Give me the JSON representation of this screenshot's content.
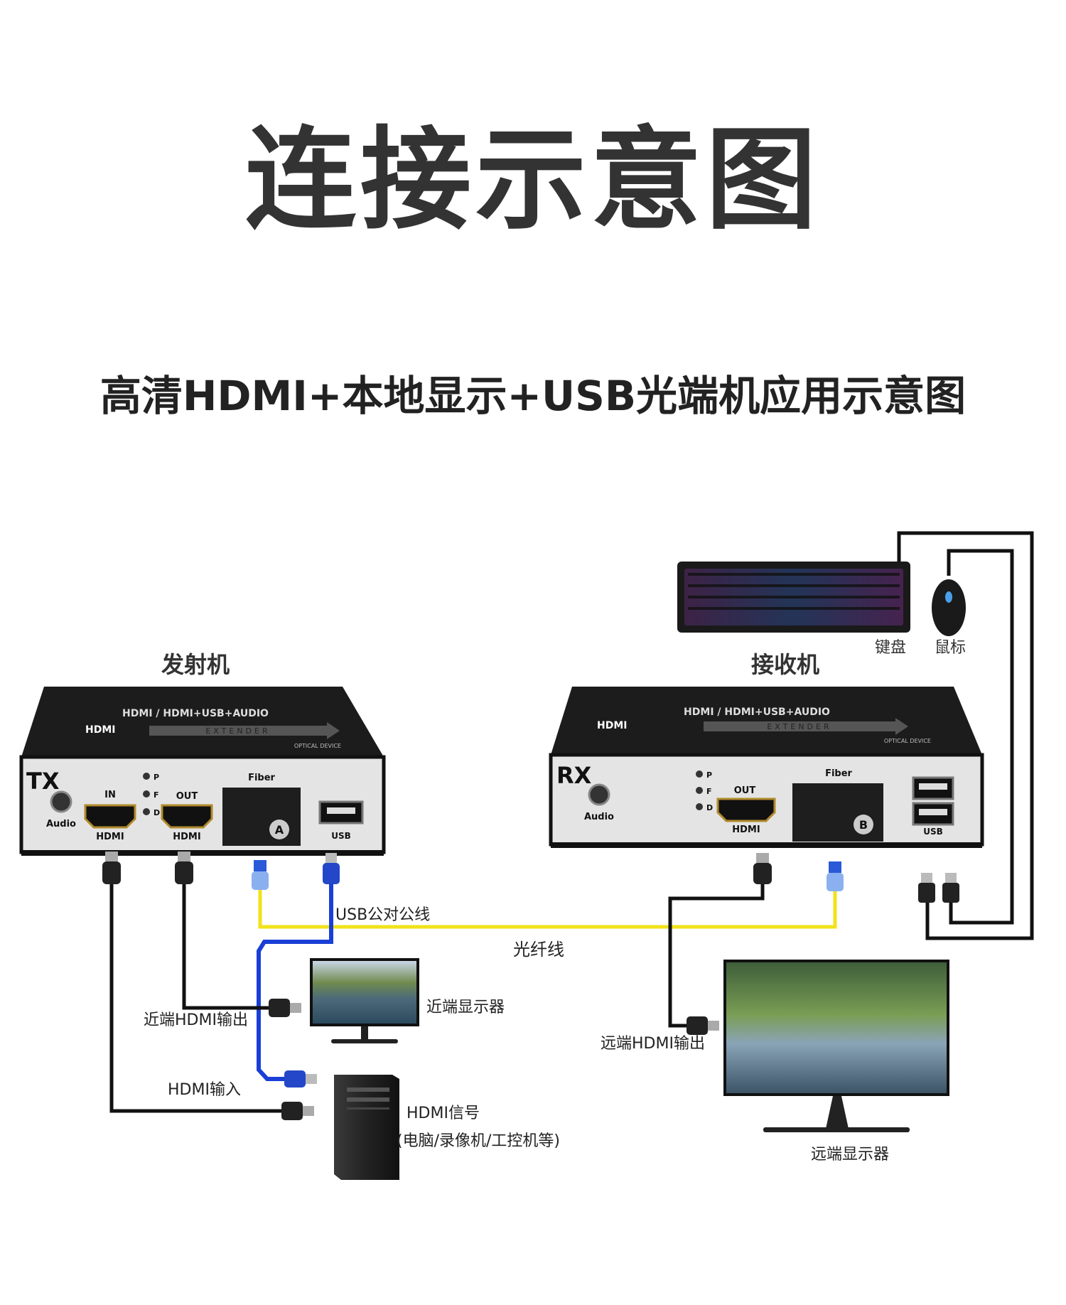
{
  "header": {
    "title": "连接示意图",
    "subtitle": "高清HDMI+本地显示+USB光端机应用示意图"
  },
  "transmitter": {
    "caption": "发射机",
    "panel_code": "TX",
    "top_text": "HDMI / HDMI+USB+AUDIO",
    "top_logo": "HDMI",
    "top_extender": "EXTENDER",
    "top_optical": "OPTICAL DEVICE",
    "audio": "Audio",
    "hdmi_in_top": "IN",
    "hdmi_in_bottom": "HDMI",
    "hdmi_out_top": "OUT",
    "hdmi_out_bottom": "HDMI",
    "led_p": "P",
    "led_f": "F",
    "led_d": "D",
    "fiber": "Fiber",
    "fiber_port": "A",
    "usb": "USB"
  },
  "receiver": {
    "caption": "接收机",
    "panel_code": "RX",
    "top_text": "HDMI / HDMI+USB+AUDIO",
    "top_logo": "HDMI",
    "top_extender": "EXTENDER",
    "top_optical": "OPTICAL DEVICE",
    "audio": "Audio",
    "hdmi_out_top": "OUT",
    "hdmi_out_bottom": "HDMI",
    "led_p": "P",
    "led_f": "F",
    "led_d": "D",
    "fiber": "Fiber",
    "fiber_port": "B",
    "usb": "USB"
  },
  "peripherals": {
    "keyboard": "键盘",
    "mouse": "鼠标"
  },
  "labels": {
    "usb_cable": "USB公对公线",
    "fiber_cable": "光纤线",
    "near_display": "近端显示器",
    "near_hdmi_out": "近端HDMI输出",
    "hdmi_input": "HDMI输入",
    "hdmi_signal": "HDMI信号",
    "hdmi_signal_sources": "(电脑/录像机/工控机等)",
    "far_hdmi_out": "远端HDMI输出",
    "far_display": "远端显示器"
  },
  "colors": {
    "fiber_cable": "#f2e21a",
    "usb_cable": "#1a3fd6",
    "hdmi_cable": "#111111",
    "device_body": "#1c1c1c",
    "panel": "#e4e4e4"
  }
}
